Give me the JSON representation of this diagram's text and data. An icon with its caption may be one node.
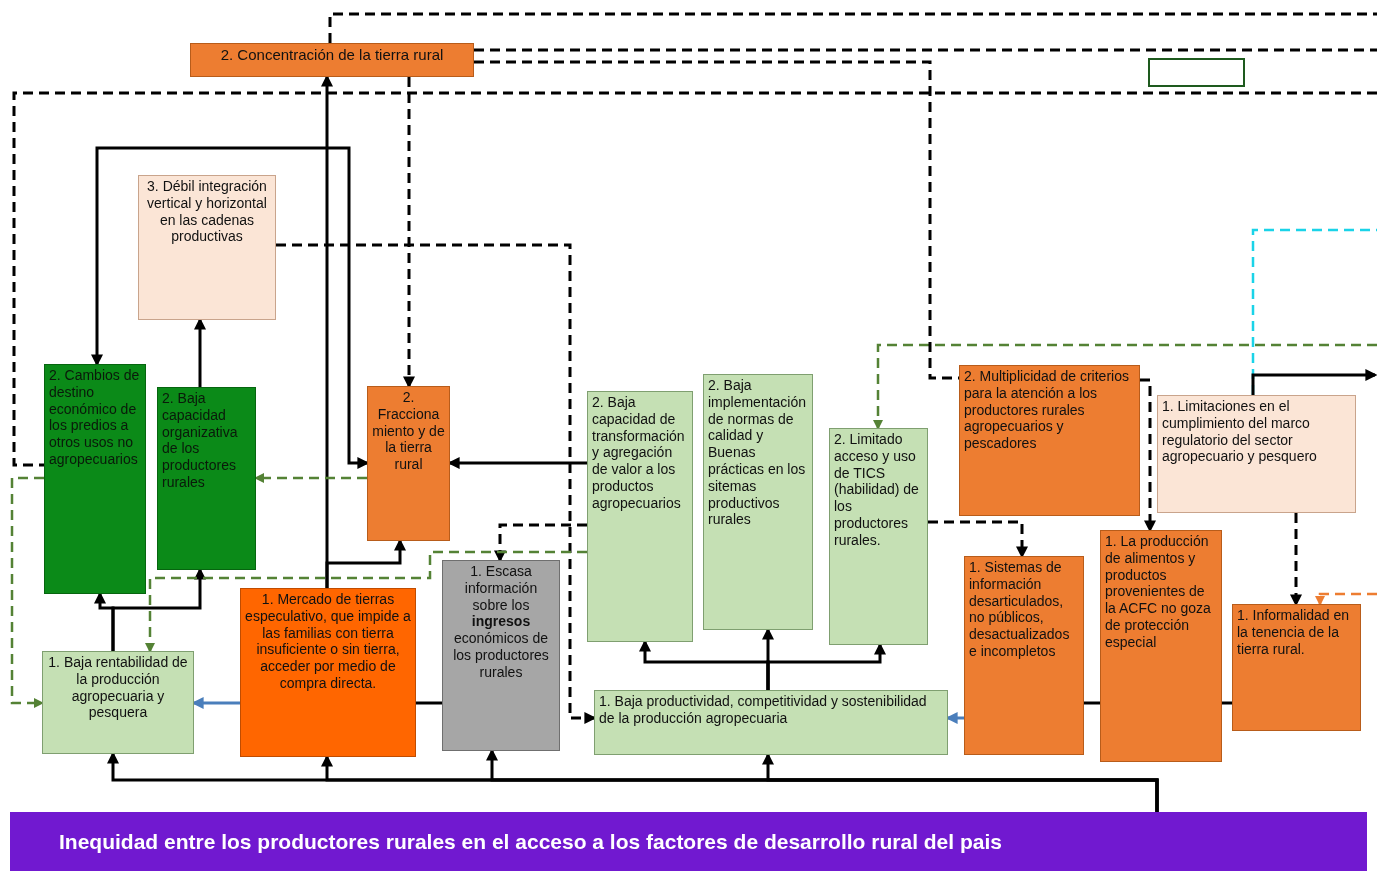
{
  "diagram": {
    "nodes": [
      {
        "text": [
          "2. Concentración de la tierra rural"
        ]
      },
      {
        "text": [
          "3. Débil integración vertical y horizontal en las cadenas productivas"
        ]
      },
      {
        "text": [
          "2. Cambios de destino económico de los predios a otros usos no agropecuarios"
        ]
      },
      {
        "text": [
          "2. Baja capacidad organizativa de los productores rurales"
        ]
      },
      {
        "text": [
          "2. Fraccionamiento y de la tierra rural"
        ]
      },
      {
        "text": [
          "2. Baja capacidad de transformación y agregación de valor a los productos agropecuarios"
        ]
      },
      {
        "text": [
          "2. Baja implementación de normas de calidad y Buenas prácticas en los sitemas productivos rurales"
        ]
      },
      {
        "text": [
          "2. Limitado acceso y uso de TICS (habilidad) de los productores rurales."
        ]
      },
      {
        "text": [
          "2. Multiplicidad de criterios para la atención a los productores rurales agropecuarios y pescadores"
        ]
      },
      {
        "text": [
          "1. Limitaciones en el cumplimiento del marco regulatorio del sector agropecuario y pesquero"
        ]
      },
      {
        "text": [
          "1. Baja rentabilidad de la producción agropecuaria y pesquera"
        ]
      },
      {
        "text": [
          "1. Mercado de tierras especulativo, que impide a las familias con tierra insuficiente o sin tierra, acceder por medio de compra directa."
        ]
      },
      {
        "text": [
          "1. Escasa información sobre los **ingresos** económicos de los productores rurales"
        ]
      },
      {
        "text": [
          "1. Baja productividad, competitividad y sostenibilidad de la producción agropecuaria"
        ]
      },
      {
        "text": [
          "1. Sistemas de información desarticulados, no públicos, desactualizados e incompletos"
        ]
      },
      {
        "text": [
          "1. La producción de alimentos y productos provenientes de la ACFC no goza de protección especial"
        ]
      },
      {
        "text": [
          "1. Informalidad en la tenencia de la tierra rural."
        ]
      },
      {
        "text": [],
        "shape": "box"
      },
      {
        "text": [
          "Inequidad entre los productores rurales en el acceso a los factores de desarrollo rural del pais"
        ]
      }
    ],
    "edges": [
      {
        "from": 18,
        "to": 10,
        "arrow": "to"
      },
      {
        "from": 18,
        "to": 11,
        "arrow": "to"
      },
      {
        "from": 18,
        "to": 12,
        "arrow": "to"
      },
      {
        "from": 18,
        "to": 13,
        "arrow": "to"
      },
      {
        "from": 10,
        "to": 2,
        "arrow": "to"
      },
      {
        "from": 10,
        "to": 3,
        "arrow": "to"
      },
      {
        "from": 3,
        "to": 1,
        "arrow": "to"
      },
      {
        "from": 11,
        "to": 0,
        "arrow": "to"
      },
      {
        "from": 11,
        "to": 4,
        "arrow": "to"
      },
      {
        "from": 4,
        "to": 2,
        "arrow": "both"
      },
      {
        "from": 5,
        "to": 4,
        "arrow": "to"
      },
      {
        "from": 11,
        "to": 10,
        "arrow": "to",
        "color": "#4a7ebb"
      },
      {
        "from": 11,
        "to": 12,
        "arrow": "none"
      },
      {
        "from": 1,
        "to": 13,
        "arrow": "to",
        "style": "dashed"
      },
      {
        "from": 13,
        "to": 5,
        "arrow": "to"
      },
      {
        "from": 13,
        "to": 6,
        "arrow": "to"
      },
      {
        "from": 13,
        "to": 7,
        "arrow": "to"
      },
      {
        "from": 14,
        "to": 13,
        "arrow": "to",
        "color": "#4a7ebb"
      },
      {
        "from": 15,
        "to": 14,
        "arrow": "none"
      },
      {
        "from": 16,
        "to": 15,
        "arrow": "none"
      },
      {
        "from": 0,
        "to": 4,
        "arrow": "to",
        "style": "dashed"
      },
      {
        "from": 5,
        "to": 12,
        "arrow": "to",
        "style": "dashed"
      },
      {
        "from": 7,
        "to": 14,
        "arrow": "to",
        "style": "dashed"
      },
      {
        "from": 8,
        "to": 15,
        "arrow": "to",
        "style": "dashed"
      },
      {
        "from": 9,
        "to": 16,
        "arrow": "to",
        "style": "dashed"
      },
      {
        "from": null,
        "to": 16,
        "arrow": "to",
        "style": "dashed",
        "color": "#ed7d31"
      },
      {
        "from": 4,
        "to": 3,
        "arrow": "to",
        "style": "dashed",
        "color": "#548235"
      },
      {
        "from": 2,
        "to": 10,
        "arrow": "to",
        "style": "dashed",
        "color": "#548235"
      },
      {
        "from": null,
        "to": 7,
        "arrow": "to",
        "style": "dashed",
        "color": "#548235"
      },
      {
        "from": 5,
        "to": 10,
        "arrow": "to",
        "style": "dashed",
        "color": "#548235"
      },
      {
        "from": 9,
        "to": null,
        "arrow": "none",
        "style": "dashed",
        "color": "#1ad3e8"
      },
      {
        "from": 9,
        "to": null,
        "arrow": "to"
      },
      {
        "from": 0,
        "to": null,
        "arrow": "none",
        "style": "dashed"
      },
      {
        "from": 0,
        "to": null,
        "arrow": "none",
        "style": "dashed"
      },
      {
        "from": 0,
        "to": 8,
        "arrow": "none",
        "style": "dashed"
      },
      {
        "from": null,
        "to": 2,
        "arrow": "none",
        "style": "dashed"
      }
    ]
  }
}
